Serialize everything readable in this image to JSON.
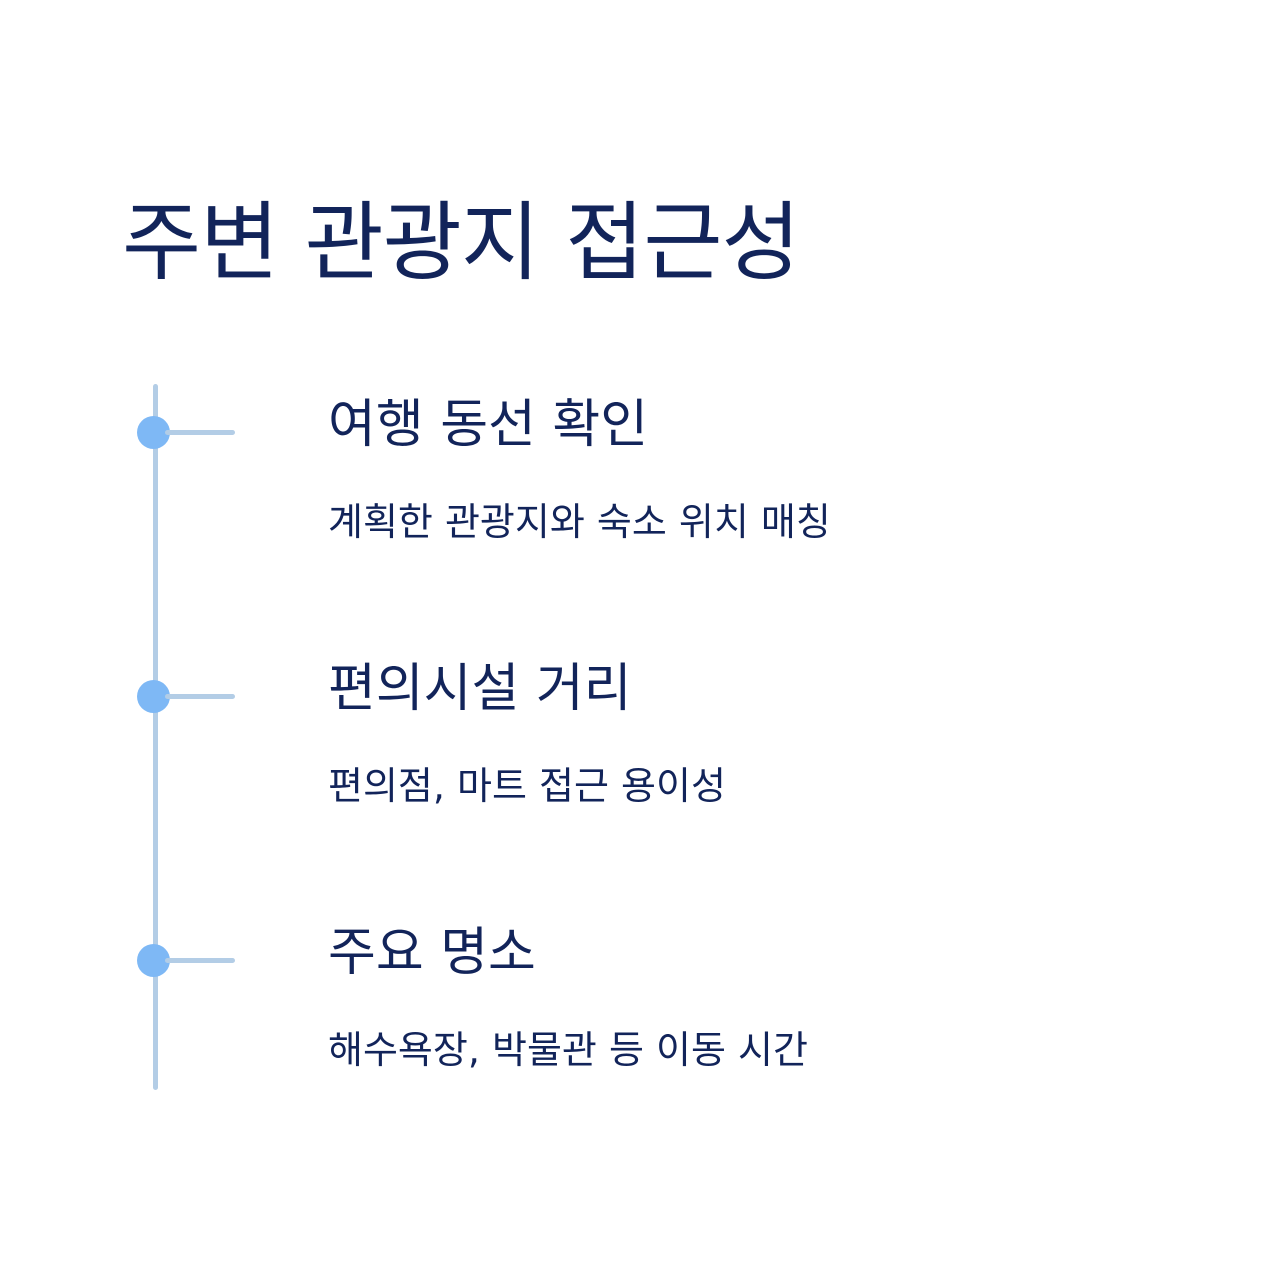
{
  "title": "주변 관광지 접근성",
  "colors": {
    "text": "#12245a",
    "line": "#b3cde6",
    "dot": "#7eb8f5",
    "background": "#ffffff"
  },
  "items": [
    {
      "title": "여행 동선 확인",
      "description": "계획한 관광지와 숙소 위치 매칭"
    },
    {
      "title": "편의시설 거리",
      "description": "편의점, 마트 접근 용이성"
    },
    {
      "title": "주요 명소",
      "description": "해수욕장, 박물관 등 이동 시간"
    }
  ]
}
